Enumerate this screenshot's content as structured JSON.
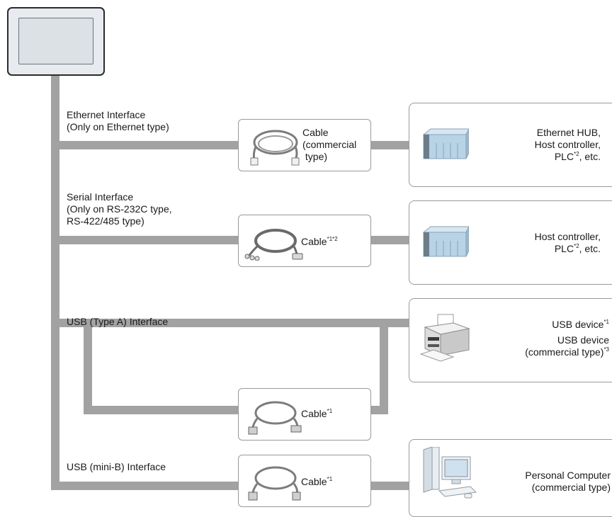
{
  "interfaces": {
    "ethernet": {
      "line1": "Ethernet Interface",
      "line2": "(Only on Ethernet type)"
    },
    "serial": {
      "line1": "Serial Interface",
      "line2": "(Only on RS-232C type,",
      "line3": "RS-422/485 type)"
    },
    "usb_a": {
      "line1": "USB (Type A) Interface"
    },
    "usb_mini": {
      "line1": "USB (mini-B) Interface"
    }
  },
  "cables": {
    "ethernet": {
      "line1": "Cable",
      "line2": "(commercial",
      "line3": " type)"
    },
    "serial": {
      "label": "Cable",
      "note": "*1*2"
    },
    "usb_a": {
      "label": "Cable",
      "note": "*1"
    },
    "usb_mini": {
      "label": "Cable",
      "note": "*1"
    }
  },
  "devices": {
    "ethernet": {
      "line1": "Ethernet HUB,",
      "line2": "Host controller,",
      "line3_pre": "PLC",
      "line3_note": "*2",
      "line3_post": ", etc."
    },
    "serial": {
      "line1": "Host controller,",
      "line2_pre": "PLC",
      "line2_note": "*2",
      "line2_post": ", etc."
    },
    "usb_a": {
      "line1": "USB device",
      "line1_note": "*1",
      "line2": "USB device",
      "line3": "(commercial type)",
      "line3_note": "*3"
    },
    "usb_mini": {
      "line1": "Personal Computer",
      "line2": "(commercial type)"
    }
  },
  "colors": {
    "wire": "#a2a2a2",
    "border": "#9a9a9a",
    "plc": "#b8d3e6"
  }
}
